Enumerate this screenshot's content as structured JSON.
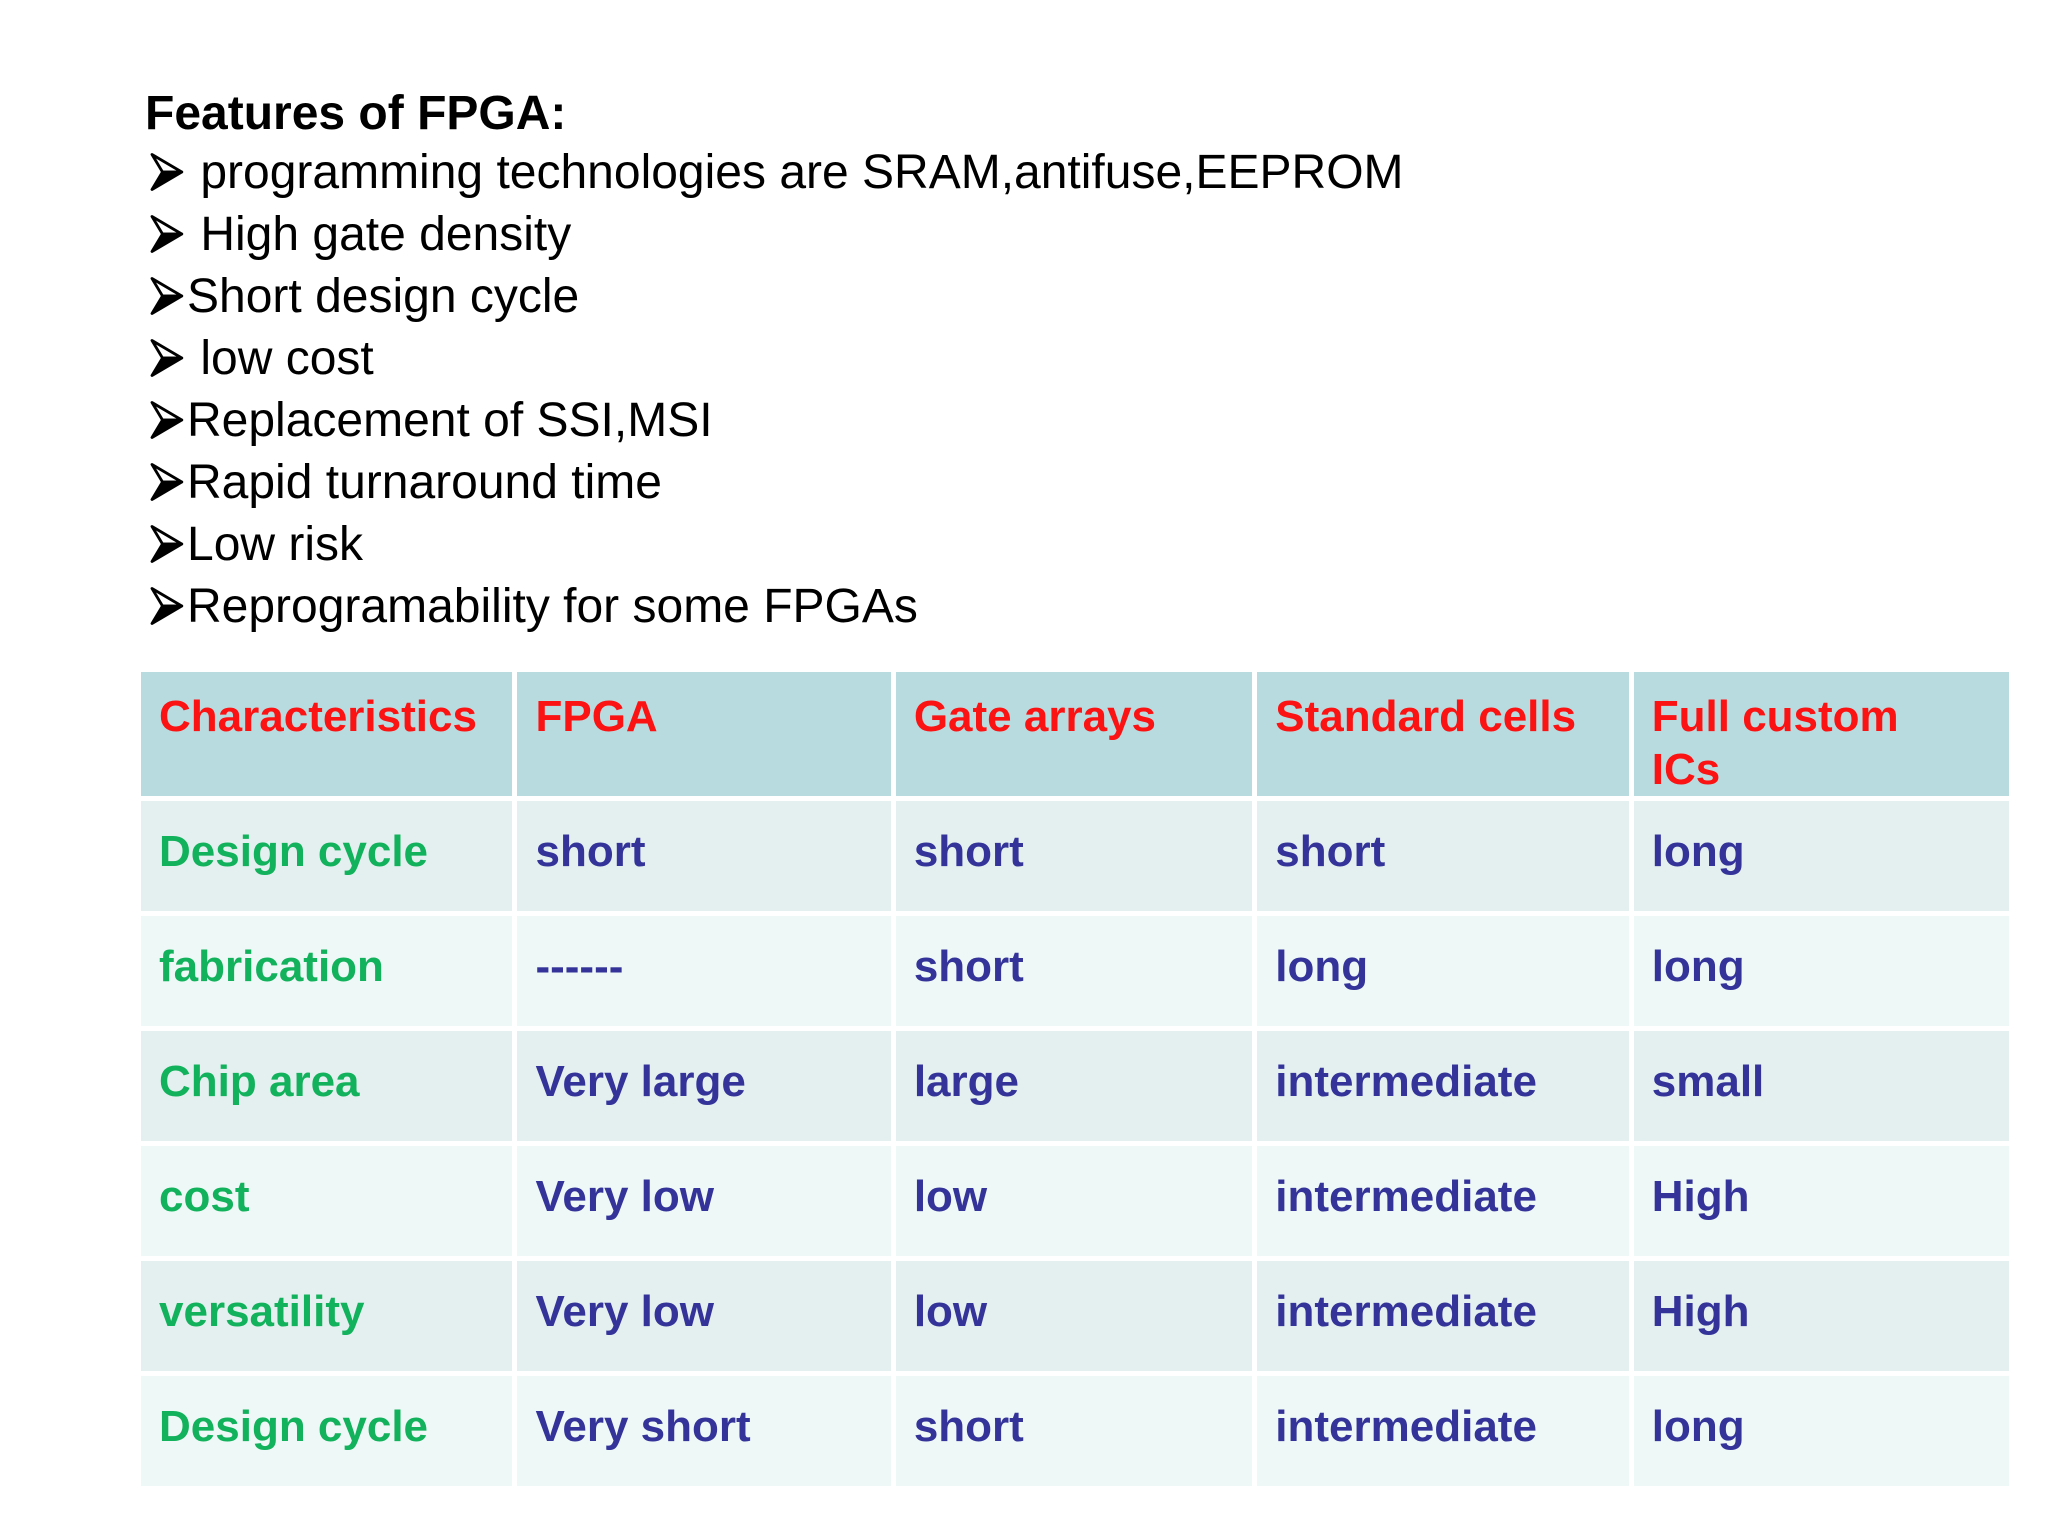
{
  "slide": {
    "background": "#ffffff"
  },
  "features": {
    "title": "Features of FPGA:",
    "bullet_icon": "three-d-arrowhead-right-icon",
    "bullets": [
      " programming technologies are SRAM,antifuse,EEPROM",
      " High gate density",
      "Short design cycle",
      " low cost",
      "Replacement of SSI,MSI",
      "Rapid turnaround time",
      "Low risk",
      "Reprogramability for some FPGAs"
    ]
  },
  "comparison_table": {
    "columns": [
      "Characteristics",
      "FPGA",
      "Gate arrays",
      "Standard cells",
      "Full custom\nICs"
    ],
    "rows": [
      {
        "characteristic": "Design cycle",
        "values": [
          "short",
          "short",
          "short",
          "long"
        ]
      },
      {
        "characteristic": "fabrication",
        "values": [
          "------",
          "short",
          "long",
          "long"
        ]
      },
      {
        "characteristic": "Chip area",
        "values": [
          "Very large",
          "large",
          "intermediate",
          "small"
        ]
      },
      {
        "characteristic": "cost",
        "values": [
          "Very low",
          "low",
          "intermediate",
          "High"
        ]
      },
      {
        "characteristic": "versatility",
        "values": [
          "Very low",
          "low",
          "intermediate",
          "High"
        ]
      },
      {
        "characteristic": "Design cycle",
        "values": [
          "Very short",
          "short",
          "intermediate",
          "long"
        ]
      }
    ],
    "colors": {
      "header_bg": "#b8dbe0",
      "header_text": "#fb1212",
      "row_bg_odd": "#e4f0ef",
      "row_bg_even": "#eef8f6",
      "characteristic_text": "#12b15c",
      "value_text": "#333399"
    }
  }
}
